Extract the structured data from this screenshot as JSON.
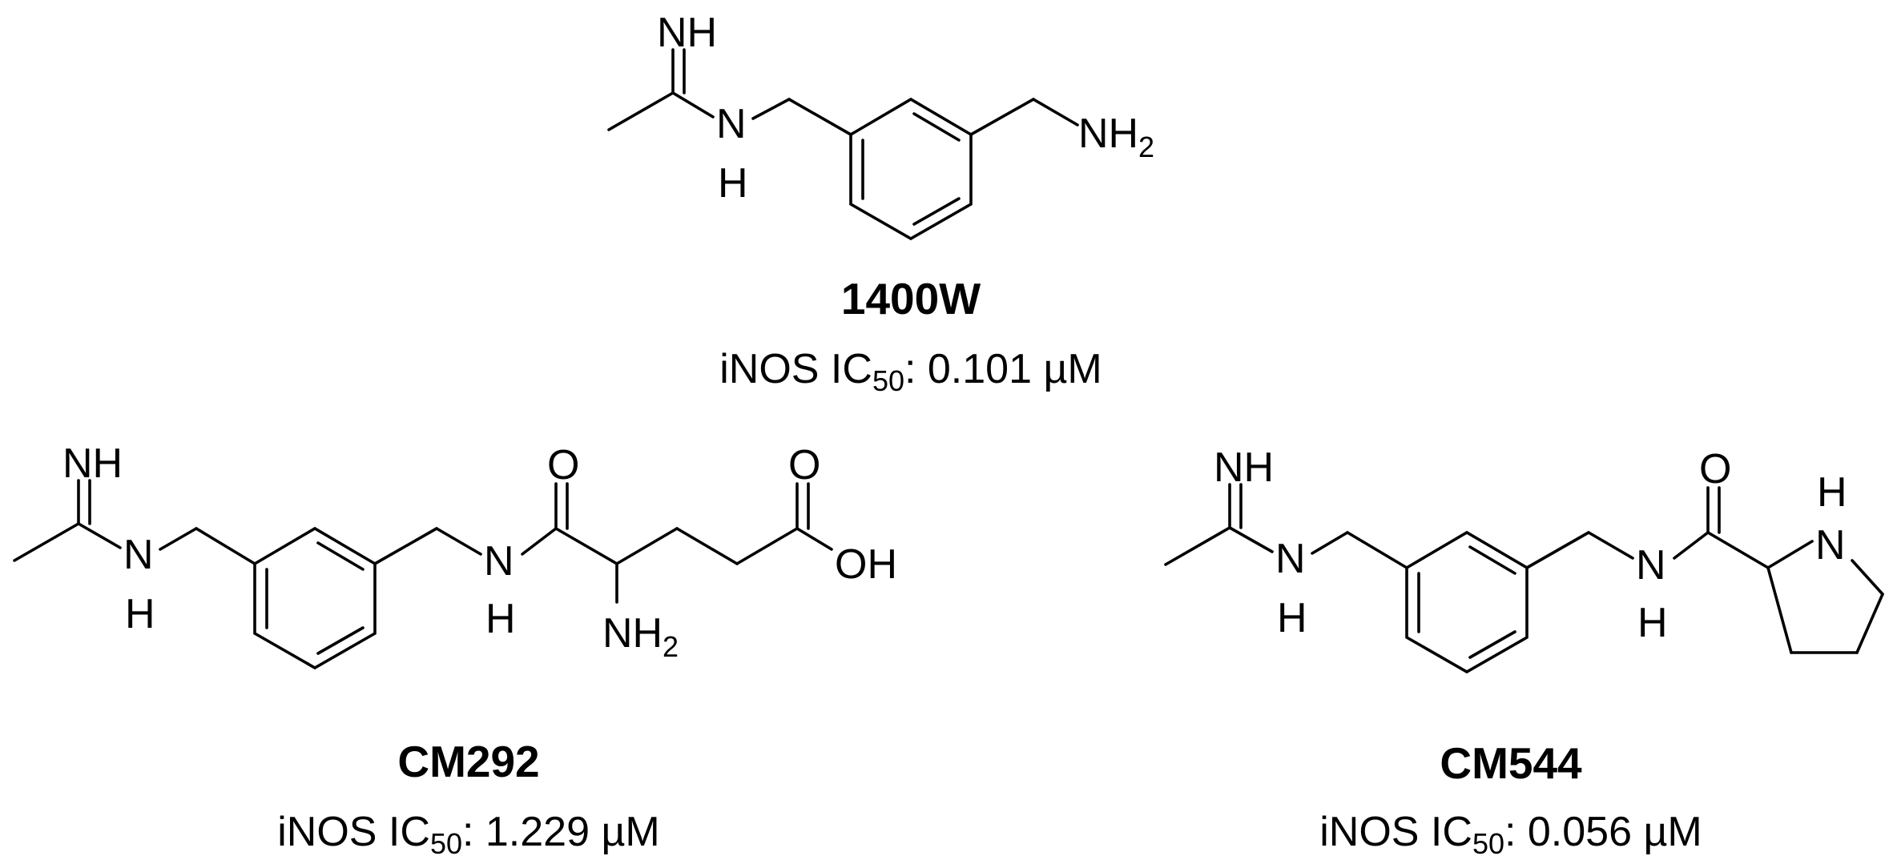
{
  "compounds": [
    {
      "id": "1400W",
      "name": "1400W",
      "ic50_prefix": "iNOS IC",
      "ic50_subscript": "50",
      "ic50_value": ": 0.101 µM",
      "atom_labels": {
        "imine": "NH",
        "amine_n": "N",
        "amine_h": "H",
        "terminal_nh": "NH",
        "terminal_sub": "2"
      }
    },
    {
      "id": "CM292",
      "name": "CM292",
      "ic50_prefix": "iNOS IC",
      "ic50_subscript": "50",
      "ic50_value": ": 1.229 µM",
      "atom_labels": {
        "imine": "NH",
        "amine_n": "N",
        "amine_h": "H",
        "amide_n": "N",
        "amide_h": "H",
        "amide_o": "O",
        "acid_o": "O",
        "acid_oh": "OH",
        "alpha_nh": "NH",
        "alpha_sub": "2"
      }
    },
    {
      "id": "CM544",
      "name": "CM544",
      "ic50_prefix": "iNOS IC",
      "ic50_subscript": "50",
      "ic50_value": ": 0.056 µM",
      "atom_labels": {
        "imine": "NH",
        "amine_n": "N",
        "amine_h": "H",
        "amide_n": "N",
        "amide_h": "H",
        "amide_o": "O",
        "ring_n": "N",
        "ring_h": "H"
      }
    }
  ]
}
